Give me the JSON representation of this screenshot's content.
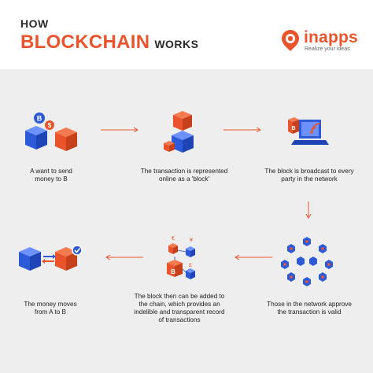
{
  "header": {
    "line1": "HOW",
    "line2_highlight": "BLOCKCHAIN",
    "line2_rest": "WORKS"
  },
  "logo": {
    "name": "inapps",
    "tagline": "Realize your ideas"
  },
  "steps": [
    {
      "lines": [
        "A want to send",
        "money to B"
      ]
    },
    {
      "lines": [
        "The transaction is represented",
        "online as a 'block'"
      ]
    },
    {
      "lines": [
        "The block is broadcast to every",
        "party in the network"
      ]
    },
    {
      "lines": [
        "Those in the network approve",
        "the transaction is valid"
      ]
    },
    {
      "lines": [
        "The block then can be added to",
        "the chain, which provides an",
        "indelible and transparent record",
        "of transactions"
      ]
    },
    {
      "lines": [
        "The money moves",
        "from A to B"
      ]
    }
  ],
  "coin_symbols": {
    "bitcoin": "B",
    "dollar": "$",
    "euro": "€",
    "yen": "¥",
    "pound": "£"
  },
  "colors": {
    "accent": "#e9542c",
    "blue": "#2c5ad9",
    "dark": "#1d1d1d",
    "panel": "#eeeeee"
  }
}
